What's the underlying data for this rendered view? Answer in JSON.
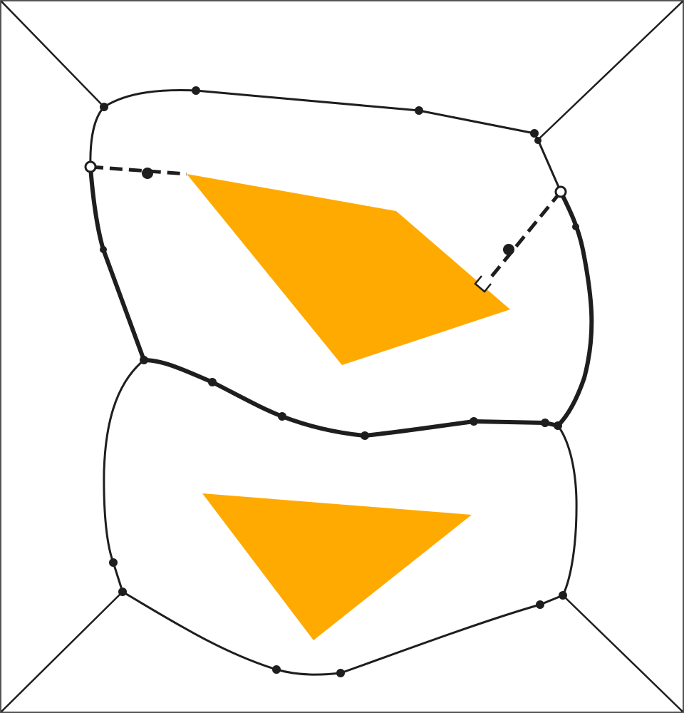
{
  "diagram": {
    "kind": "geometric construction",
    "colors": {
      "background": "#ffffff",
      "ink": "#1e1e1e",
      "polygon_fill": "#ffaa00",
      "frame": "#555555"
    },
    "polygons": [
      {
        "name": "upper-quadrilateral",
        "vertices": 4
      },
      {
        "name": "lower-triangle",
        "vertices": 3
      }
    ],
    "regions": 2,
    "corner_connectors": 4,
    "dashed_distance_lines": 2,
    "right_angle_marks": 1,
    "open_points": 2,
    "junction_points": 6
  }
}
